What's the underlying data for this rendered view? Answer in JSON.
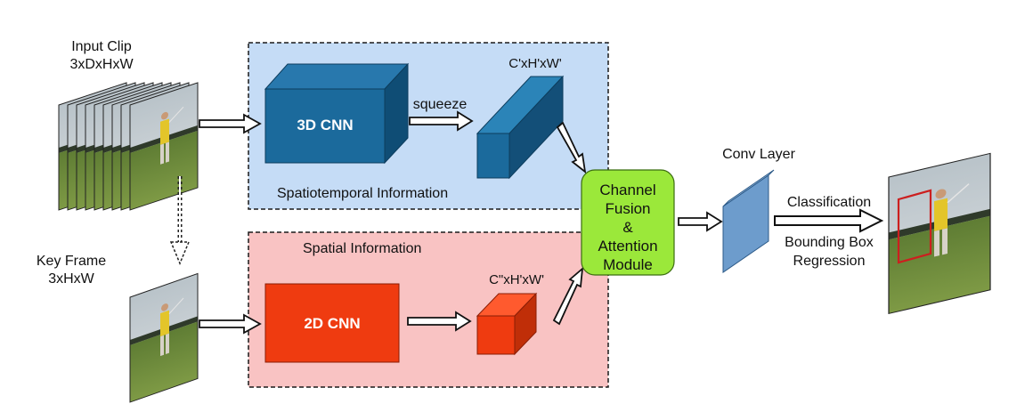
{
  "input_clip": {
    "title": "Input Clip",
    "dims": "3xDxHxW"
  },
  "key_frame": {
    "title": "Key Frame",
    "dims": "3xHxW"
  },
  "spatiotemporal": {
    "caption": "Spatiotemporal Information",
    "cnn_label": "3D CNN",
    "squeeze_label": "squeeze",
    "feature_dims": "C'xH'xW'"
  },
  "spatial": {
    "caption": "Spatial Information",
    "cnn_label": "2D CNN",
    "feature_dims": "C\"xH'xW'"
  },
  "fusion": {
    "lines": [
      "Channel",
      "Fusion",
      "&",
      "Attention",
      "Module"
    ]
  },
  "conv_layer": {
    "label": "Conv Layer"
  },
  "output": {
    "classification": "Classification",
    "bbox_lines": [
      "Bounding Box",
      "Regression"
    ]
  },
  "colors": {
    "spatiotemporal_bg": "#c5dcf6",
    "spatial_bg": "#f9c3c3",
    "cnn3d_front": "#1b6a9c",
    "cnn3d_top": "#2878ad",
    "cnn3d_side": "#0f4d75",
    "cnn2d_front": "#ef3b10",
    "cnn2d_side": "#c02e08",
    "fusion_bg": "#9be83a",
    "conv_layer": "#6d9ccc",
    "bbox": "#cc1f1f"
  }
}
